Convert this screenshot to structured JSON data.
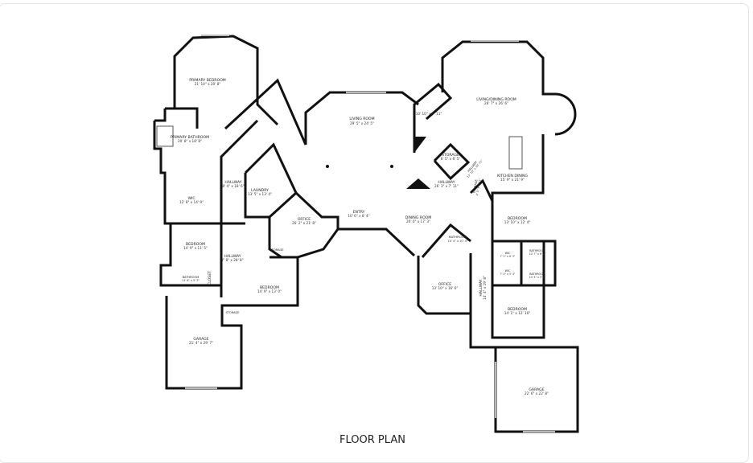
{
  "title": "FLOOR PLAN",
  "rooms": {
    "primary_bedroom": {
      "label": "PRIMARY BEDROOM",
      "dims": "21' 10\" x 20' 8\""
    },
    "primary_bathroom": {
      "label": "PRIMARY BATHROOM",
      "dims": "20' 8\" x 18' 8\""
    },
    "wic_1": {
      "label": "WIC",
      "dims": "12' 8\" x 14' 9\""
    },
    "hallway_1": {
      "label": "HALLWAY",
      "dims": "8' 4\" x 18' 6\""
    },
    "laundry": {
      "label": "LAUNDRY",
      "dims": "13' 5\" x 13' 4\""
    },
    "office_1": {
      "label": "OFFICE",
      "dims": "26' 2\" x 21' 8\""
    },
    "bedroom_1": {
      "label": "BEDROOM",
      "dims": "14' 9\" x 11' 5\""
    },
    "bathroom_1": {
      "label": "BATHROOM",
      "dims": "11' 8\" x 5' 5\""
    },
    "closet": {
      "label": "CLOSET"
    },
    "hallway_2": {
      "label": "HALLWAY",
      "dims": "7' 8\" x 28' 8\""
    },
    "storage_1": {
      "label": "STORAGE"
    },
    "bedroom_2": {
      "label": "BEDROOM",
      "dims": "14' 9\" x 13' 0\""
    },
    "storage_2": {
      "label": "STORAGE"
    },
    "garage_1": {
      "label": "GARAGE",
      "dims": "21' 4\" x 29' 7\""
    },
    "living_room": {
      "label": "LIVING ROOM",
      "dims": "29' 5\" x 24' 5\""
    },
    "nook": {
      "dims": "10' 10\" x 7' 11\""
    },
    "living_dining_room": {
      "label": "LIVING/DINING ROOM",
      "dims": "26' 7\" x 26' 6\""
    },
    "storage_3": {
      "label": "STORAGE",
      "dims": "6' 5\" x 6' 5\""
    },
    "hallway_3": {
      "label": "HALLWAY",
      "dims": "13' 10\" x 10' 11\""
    },
    "hallway_4": {
      "label": "HALLWAY",
      "dims": "26' 3\" x 7' 11\""
    },
    "storage_4": {
      "label": "STORAGE",
      "dims": "4' 5\" x 6' 11\""
    },
    "kitchen_dining": {
      "label": "KITCHEN DINING",
      "dims": "15' 9\" x 21' 9\""
    },
    "entry": {
      "label": "ENTRY",
      "dims": "10' 6\" x 8' 4\""
    },
    "dining_room": {
      "label": "DINING ROOM",
      "dims": "20' 0\" x 17' 3\""
    },
    "bathroom_2": {
      "label": "BATHROOM",
      "dims": "10' 4\" x 10' 4\""
    },
    "office_2": {
      "label": "OFFICE",
      "dims": "13' 10\" x 16' 6\""
    },
    "bedroom_3": {
      "label": "BEDROOM",
      "dims": "13' 10\" x 12' 4\""
    },
    "bathroom_3": {
      "label": "BATHROOM",
      "dims": "10' 7\" x 6' 5\""
    },
    "wic_2": {
      "label": "WIC",
      "dims": "7' 2\" x 6' 3\""
    },
    "wic_3": {
      "label": "WIC",
      "dims": "7' 4\" x 5' 4\""
    },
    "bathroom_4": {
      "label": "BATHROOM",
      "dims": "10' 4\" x 5' 2\""
    },
    "hallway_5": {
      "label": "HALLWAY",
      "dims": "14' 4\" x 19' 8\""
    },
    "bedroom_4": {
      "label": "BEDROOM",
      "dims": "14' 1\" x 12' 10\""
    },
    "garage_2": {
      "label": "GARAGE",
      "dims": "22' 6\" x 22' 8\""
    }
  }
}
